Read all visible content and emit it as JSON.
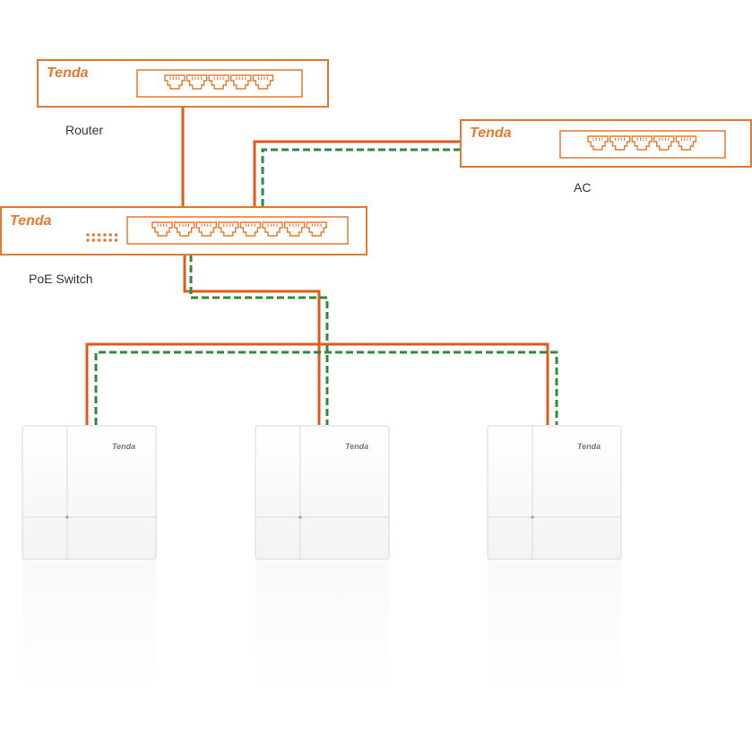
{
  "brand": "Tenda",
  "colors": {
    "accent": "#e8782b",
    "power_line": "#e05a1a",
    "data_line": "#2e8b3d",
    "ap_body": "#f2f2f2",
    "ap_border": "#d8d8d8"
  },
  "devices": {
    "router": {
      "label": "Router",
      "logo": "Tenda",
      "ports": 5,
      "icon": "router-icon"
    },
    "ac": {
      "label": "AC",
      "logo": "Tenda",
      "ports": 5,
      "icon": "ac-controller-icon"
    },
    "poe_switch": {
      "label": "PoE Switch",
      "logo": "Tenda",
      "ports": 8,
      "icon": "poe-switch-icon"
    },
    "access_points": [
      {
        "logo": "Tenda",
        "icon": "access-point-icon"
      },
      {
        "logo": "Tenda",
        "icon": "access-point-icon"
      },
      {
        "logo": "Tenda",
        "icon": "access-point-icon"
      }
    ]
  }
}
